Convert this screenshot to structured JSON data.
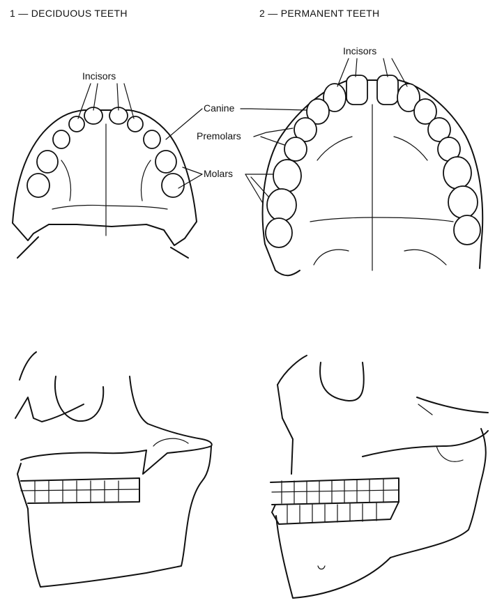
{
  "panel_1": {
    "caption": "1 — DECIDUOUS TEETH"
  },
  "panel_2": {
    "caption": "2 — PERMANENT TEETH"
  },
  "labels": {
    "incisors_deciduous": "Incisors",
    "incisors_permanent": "Incisors",
    "canine": "Canine",
    "premolars": "Premolars",
    "molars": "Molars"
  }
}
